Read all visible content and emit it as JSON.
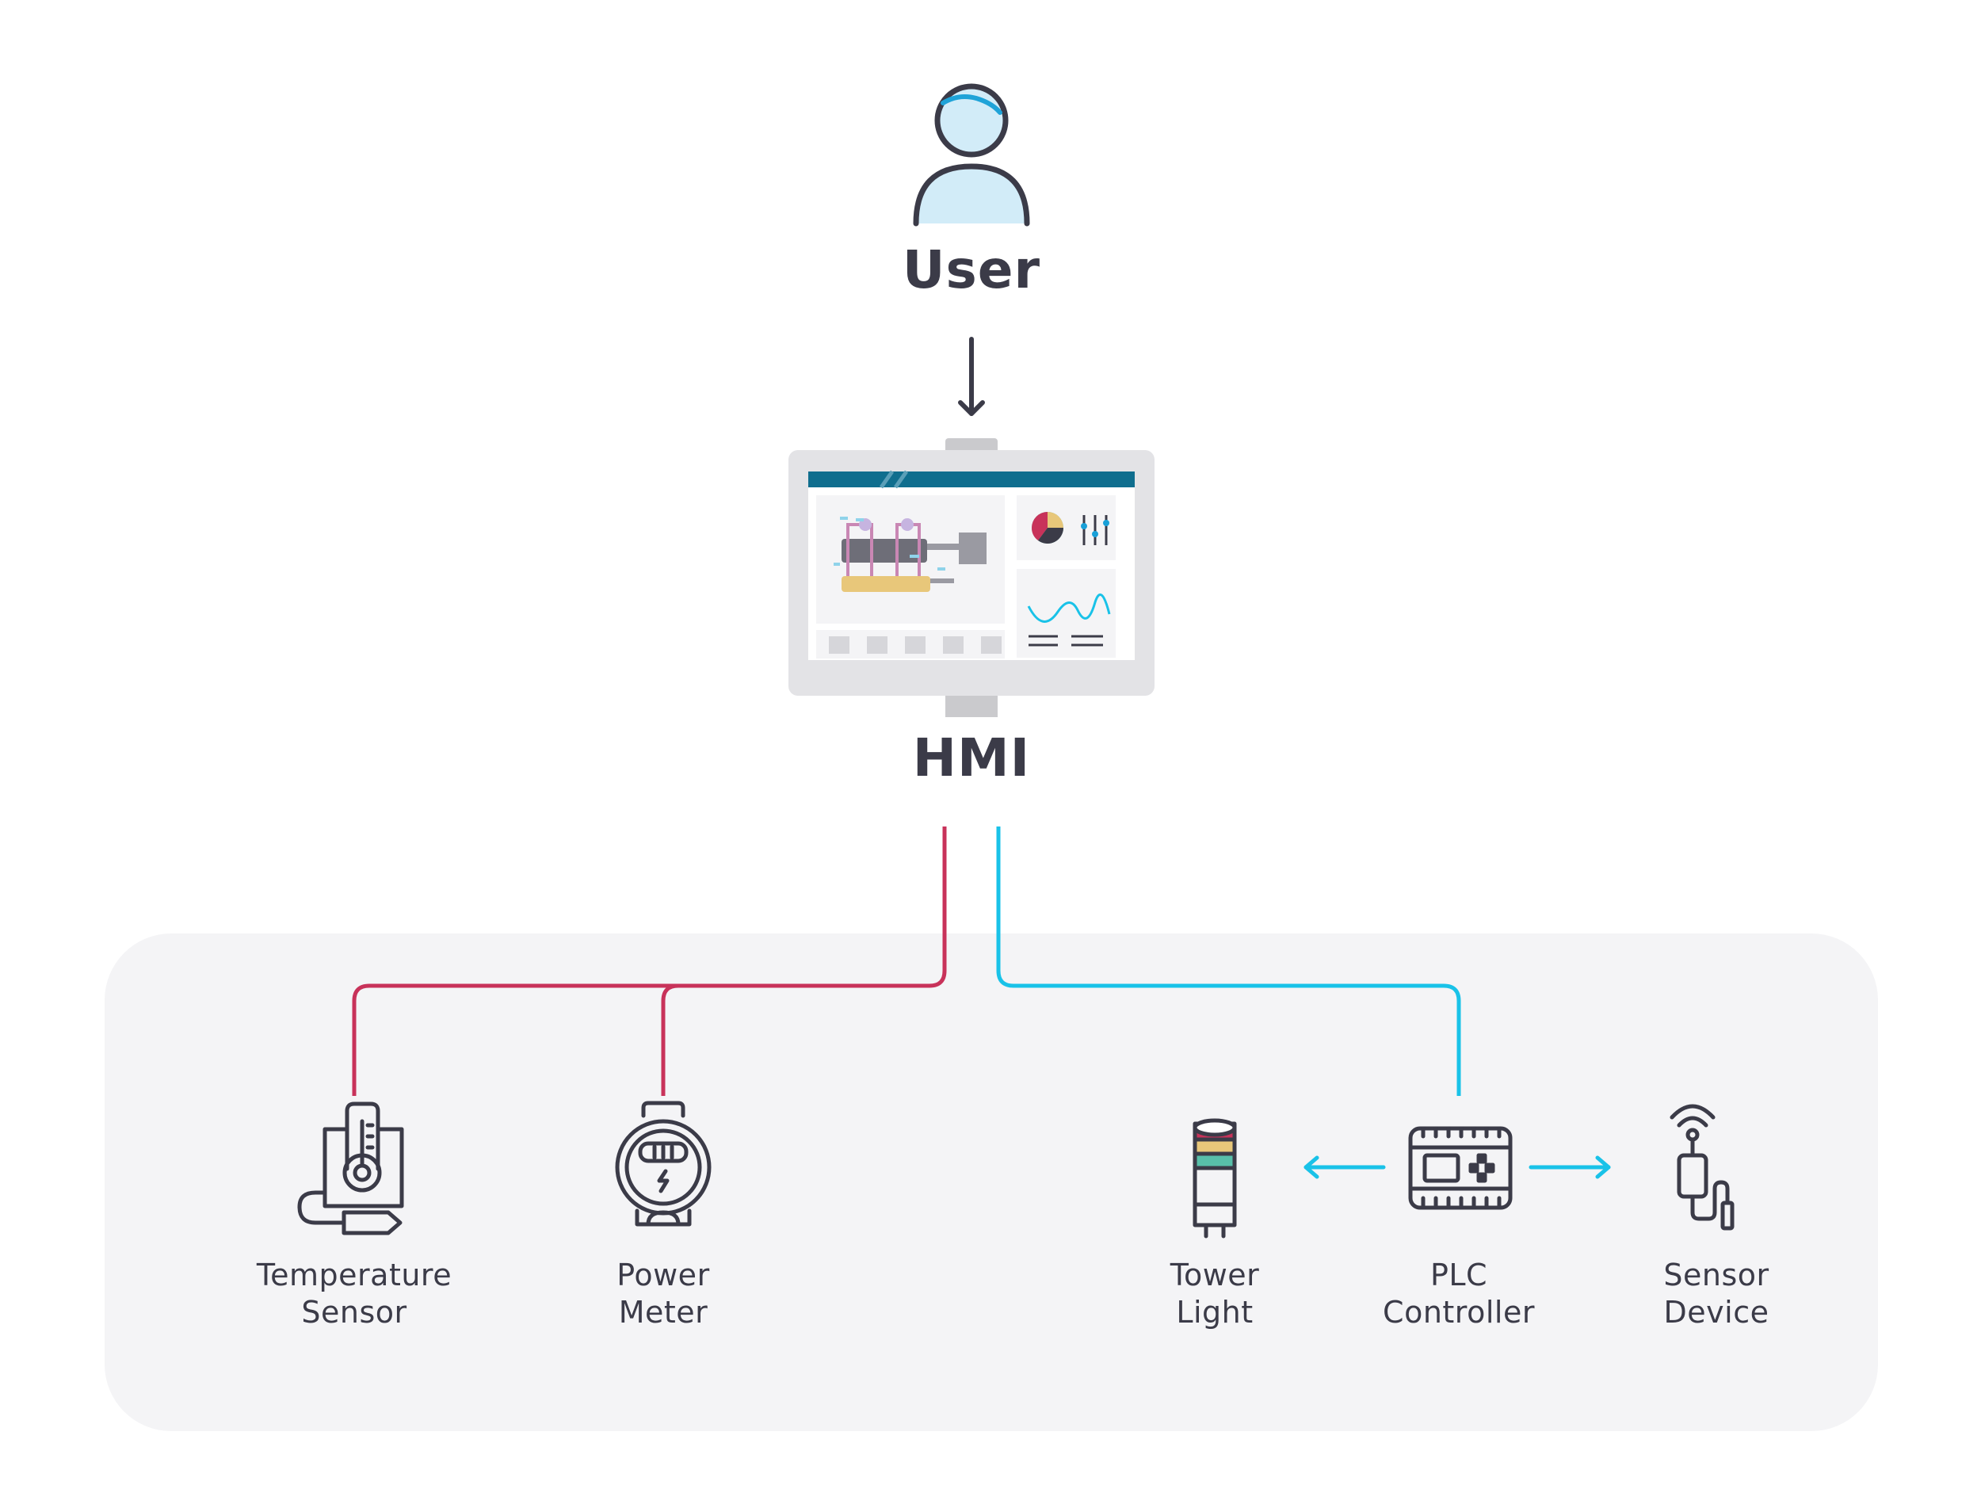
{
  "nodes": {
    "user": {
      "label": "User"
    },
    "hmi": {
      "label": "HMI"
    },
    "temperature_sensor": {
      "line1": "Temperature",
      "line2": "Sensor"
    },
    "power_meter": {
      "line1": "Power",
      "line2": "Meter"
    },
    "tower_light": {
      "line1": "Tower",
      "line2": "Light"
    },
    "plc_controller": {
      "line1": "PLC",
      "line2": "Controller"
    },
    "sensor_device": {
      "line1": "Sensor",
      "line2": "Device"
    }
  },
  "colors": {
    "text": "#3b3b48",
    "red_link": "#c8325a",
    "cyan_link": "#19c2e8",
    "panel": "#f4f4f6",
    "user_fill": "#d2ecf8",
    "hmi_bar": "#0f6e8e"
  },
  "icons": [
    "user-icon",
    "hmi-screen-icon",
    "thermometer-icon",
    "power-meter-icon",
    "tower-light-icon",
    "plc-icon",
    "wireless-sensor-icon"
  ]
}
